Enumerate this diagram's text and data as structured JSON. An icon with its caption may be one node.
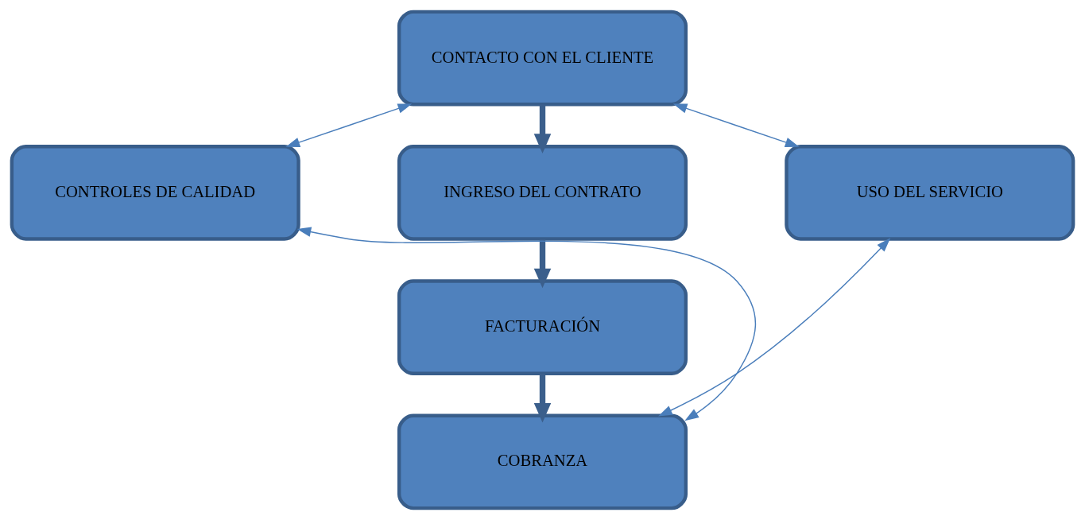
{
  "diagram": {
    "nodes": [
      {
        "text": [
          "CONTACTO CON EL CLIENTE"
        ]
      },
      {
        "text": [
          "INGRESO DEL CONTRATO"
        ]
      },
      {
        "text": [
          "FACTURACIÓN"
        ]
      },
      {
        "text": [
          "COBRANZA"
        ]
      },
      {
        "text": [
          "CONTROLES DE CALIDAD"
        ]
      },
      {
        "text": [
          "USO DEL SERVICIO"
        ]
      }
    ],
    "edges": [
      {
        "from": 0,
        "to": 1,
        "arrow": "to",
        "style": "thick",
        "color": "#3b5f8c"
      },
      {
        "from": 1,
        "to": 2,
        "arrow": "to",
        "style": "thick",
        "color": "#3b5f8c"
      },
      {
        "from": 2,
        "to": 3,
        "arrow": "to",
        "style": "thick",
        "color": "#3b5f8c"
      },
      {
        "from": 4,
        "to": 0,
        "arrow": "both"
      },
      {
        "from": 4,
        "to": 3,
        "arrow": "both"
      },
      {
        "from": 0,
        "to": 5,
        "arrow": "both"
      },
      {
        "from": 5,
        "to": 3,
        "arrow": "both"
      }
    ]
  }
}
